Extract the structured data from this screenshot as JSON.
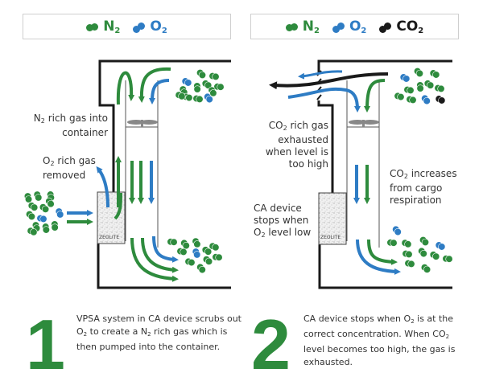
{
  "legend_left": {
    "items": [
      {
        "symbol": "green-molecule",
        "label": "N",
        "sub": "2",
        "color": "#2e8b3d"
      },
      {
        "symbol": "blue-molecule",
        "label": "O",
        "sub": "2",
        "color": "#2e7cc4"
      }
    ]
  },
  "legend_right": {
    "items": [
      {
        "symbol": "green-molecule",
        "label": "N",
        "sub": "2",
        "color": "#2e8b3d"
      },
      {
        "symbol": "blue-molecule",
        "label": "O",
        "sub": "2",
        "color": "#2e7cc4"
      },
      {
        "symbol": "black-molecule",
        "label": "CO",
        "sub": "2",
        "color": "#1a1a1a"
      }
    ]
  },
  "panel1": {
    "label_n2": {
      "pre": "N",
      "sub": "2",
      "post": " rich gas into",
      "line2": "container"
    },
    "label_o2": {
      "pre": "O",
      "sub": "2",
      "post": " rich gas",
      "line2": "removed"
    },
    "zeolite": "ZEOLITE",
    "step_number": "1",
    "description": {
      "line1": "VPSA system in CA device scrubs out",
      "line2_a": "O",
      "line2_sub1": "2",
      "line2_b": " to create a N",
      "line2_sub2": "2",
      "line2_c": " rich gas which is",
      "line3": "then pumped into the container."
    }
  },
  "panel2": {
    "label_co2_exhaust": {
      "pre": "CO",
      "sub": "2",
      "post": " rich gas",
      "line2": "exhausted",
      "line3": "when level is",
      "line4": "too high"
    },
    "label_co2_increase": {
      "pre": "CO",
      "sub": "2",
      "post": " increases",
      "line2": "from cargo",
      "line3": "respiration"
    },
    "label_stop": {
      "line1": "CA device",
      "line2": "stops when",
      "line3_pre": "O",
      "line3_sub": "2",
      "line3_post": " level low"
    },
    "zeolite": "ZEOLITE",
    "step_number": "2",
    "description": {
      "line1_a": "CA device stops when  O",
      "line1_sub": "2",
      "line1_b": " is at the",
      "line2_a": "correct concentration. When CO",
      "line2_sub": "2",
      "line3": "level becomes too high, the gas is",
      "line4": "exhausted."
    }
  },
  "colors": {
    "green": "#2e8b3d",
    "blue": "#2e7cc4",
    "black": "#1a1a1a",
    "wall": "#1a1a1a"
  }
}
